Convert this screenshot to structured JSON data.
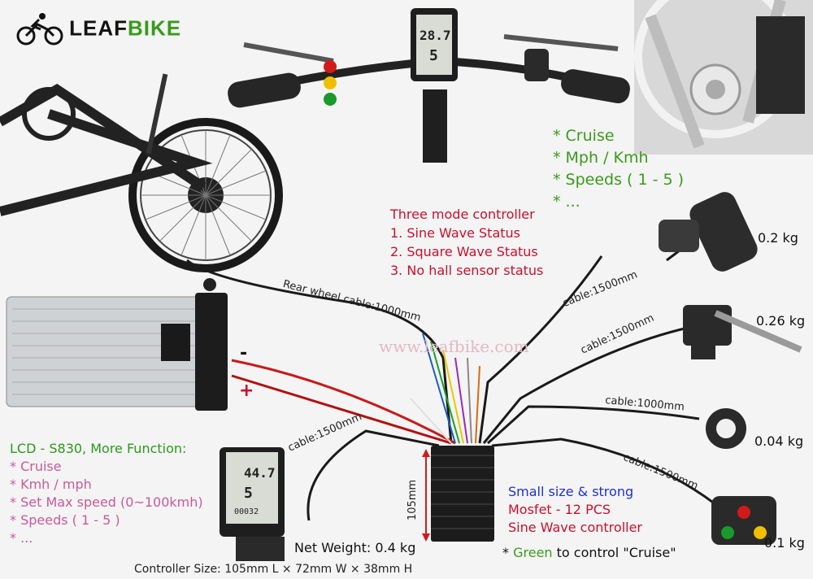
{
  "brand": {
    "name_leaf": "LEAF",
    "name_bike": "BIKE"
  },
  "watermark": "www.leafbike.com",
  "features_top": [
    "* Cruise",
    "* Mph / Kmh",
    "* Speeds ( 1 - 5 )",
    "* ..."
  ],
  "controller_modes": {
    "title": "Three mode controller",
    "items": [
      "1. Sine Wave Status",
      "2. Square Wave Status",
      "3. No hall sensor status"
    ]
  },
  "cables": {
    "rear_wheel": "Rear wheel cable:1000mm",
    "throttle": "cable:1500mm",
    "brake": "cable:1500mm",
    "pas": "cable:1000mm",
    "switch": "cable:1500mm",
    "lcd": "cable:1500mm"
  },
  "weights": {
    "throttle": "0.2 kg",
    "brake": "0.26 kg",
    "pas": "0.04 kg",
    "switch": "0.1 kg"
  },
  "battery_terminals": {
    "negative": "-",
    "positive": "+"
  },
  "lcd_info": {
    "title": "LCD - S830, More Function:",
    "items": [
      "* Cruise",
      "* Kmh / mph",
      "* Set Max speed (0~100kmh)",
      "* Speeds ( 1 - 5 )",
      "* ..."
    ]
  },
  "controller_info": {
    "lines": [
      "Small size & strong",
      "Mosfet - 12 PCS",
      "Sine Wave controller"
    ],
    "cruise_note_prefix": "* ",
    "cruise_note_green": "Green",
    "cruise_note_suffix": " to control \"Cruise\""
  },
  "dimension_label": "105mm",
  "net_weight": "Net Weight: 0.4 kg",
  "controller_size": "Controller Size: 105mm L × 72mm W × 38mm H",
  "lcd_top_screen": {
    "speed": "28.7",
    "assist": "5"
  },
  "lcd_bottom_screen": {
    "speed": "44.7",
    "assist": "5",
    "odo": "00032"
  },
  "colors": {
    "accent_green": "#3a9a1c",
    "accent_red": "#c8102e",
    "accent_pink": "#c85a9a",
    "accent_blue": "#2030c8"
  }
}
